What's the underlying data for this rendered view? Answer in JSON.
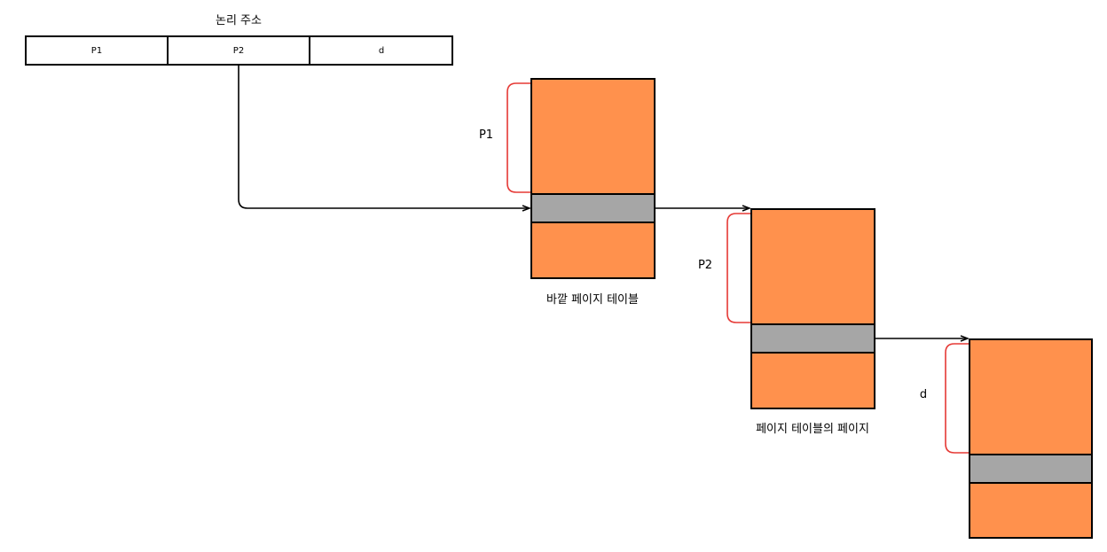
{
  "logical_address": {
    "title": "논리 주소",
    "fields": [
      "P1",
      "P2",
      "d"
    ]
  },
  "tables": [
    {
      "caption": "바깥 페이지 테이블",
      "index_label": "P1"
    },
    {
      "caption": "페이지 테이블의 페이지",
      "index_label": "P2"
    },
    {
      "caption": "",
      "index_label": "d"
    }
  ],
  "colors": {
    "table_fill": "#FF914D",
    "selected_row": "#A6A6A6",
    "brace": "#E53935",
    "stroke": "#000000"
  }
}
